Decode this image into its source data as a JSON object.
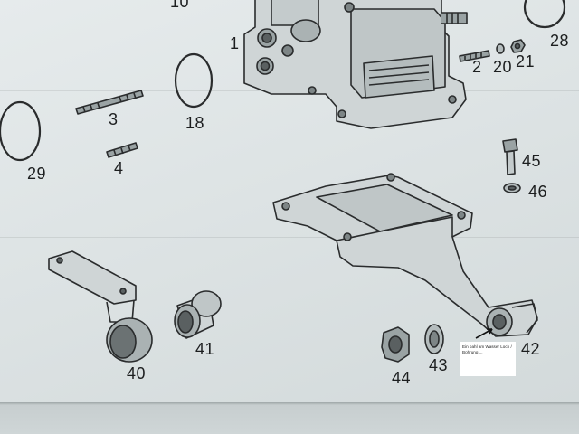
{
  "document": {
    "part_numbers": {
      "p10": "10",
      "p1": "1",
      "p28": "28",
      "p2": "2",
      "p20": "20",
      "p21": "21",
      "p3": "3",
      "p18": "18",
      "p29": "29",
      "p4": "4",
      "p45": "45",
      "p46": "46",
      "p40": "40",
      "p41": "41",
      "p42": "42",
      "p43": "43",
      "p44": "44"
    },
    "annotation_note": "Ein pahl am Wasser Loch / Bohrung ..."
  }
}
